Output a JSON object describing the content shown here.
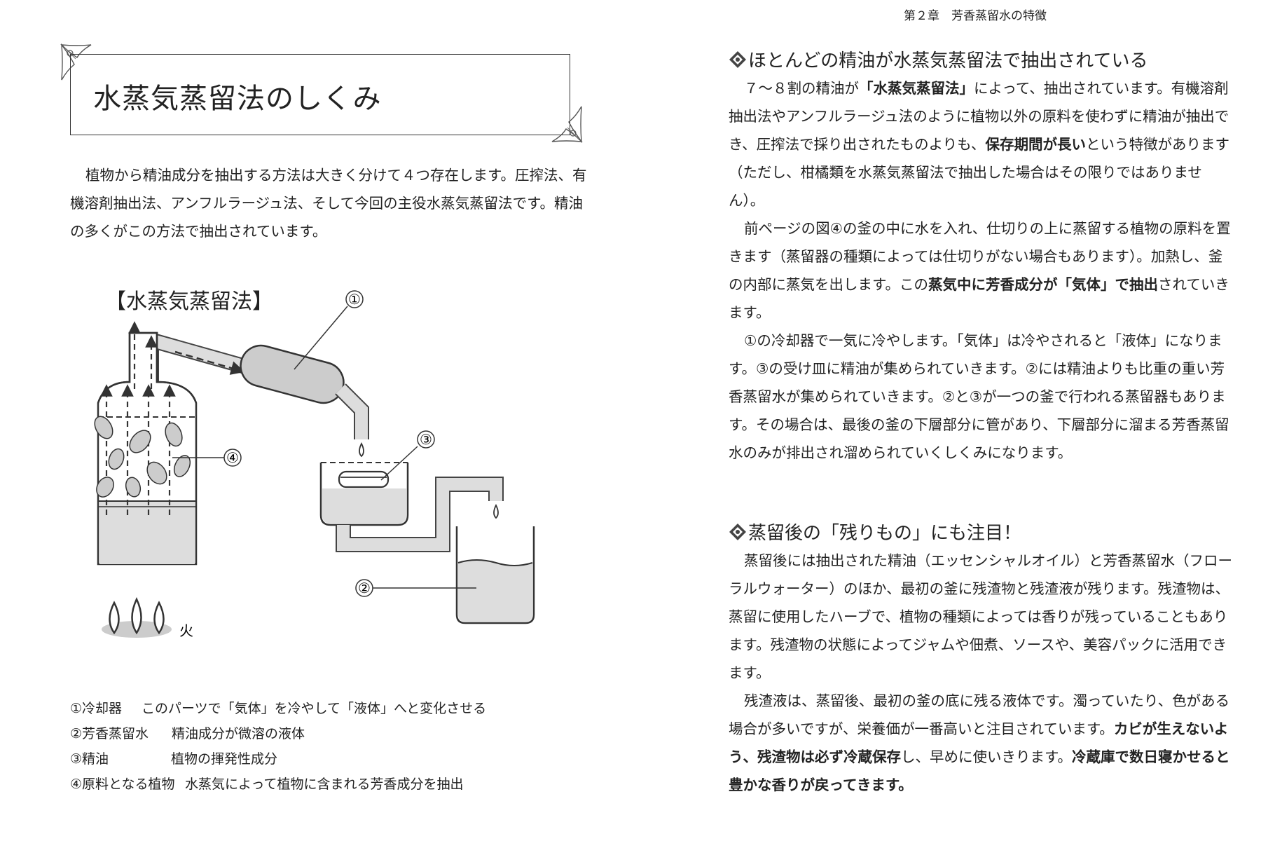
{
  "left_page": {
    "title": "水蒸気蒸留法のしくみ",
    "intro": "植物から精油成分を抽出する方法は大きく分けて４つ存在します。圧搾法、有機溶剤抽出法、アンフルラージュ法、そして今回の主役水蒸気蒸留法です。精油の多くがこの方法で抽出されています。",
    "figure": {
      "title": "【水蒸気蒸留法】",
      "labels": {
        "n1": "①",
        "n2": "②",
        "n3": "③",
        "n4": "④",
        "fire": "火"
      }
    },
    "legend": [
      {
        "term": "①冷却器",
        "desc": "このパーツで「気体」を冷やして「液体」へと変化させる"
      },
      {
        "term": "②芳香蒸留水",
        "desc": "精油成分が微溶の液体"
      },
      {
        "term": "③精油",
        "desc": "植物の揮発性成分"
      },
      {
        "term": "④原料となる植物",
        "desc": "水蒸気によって植物に含まれる芳香成分を抽出"
      }
    ]
  },
  "right_page": {
    "running_head": "第２章　芳香蒸留水の特徴",
    "section1": {
      "heading": "ほとんどの精油が水蒸気蒸留法で抽出されている",
      "p1_a": "７～８割の精油が",
      "p1_b": "「水蒸気蒸留法」",
      "p1_c": "によって、抽出されています。有機溶剤抽出法やアンフルラージュ法のように植物以外の原料を使わずに精油が抽出でき、圧搾法で採り出されたものよりも、",
      "p1_d": "保存期間が長い",
      "p1_e": "という特徴があります（ただし、柑橘類を水蒸気蒸留法で抽出した場合はその限りではありません）。",
      "p2_a": "前ページの図④の釜の中に水を入れ、仕切りの上に蒸留する植物の原料を置きます（蒸留器の種類によっては仕切りがない場合もあります）。加熱し、釜の内部に蒸気を出します。この",
      "p2_b": "蒸気中に芳香成分が「気体」で抽出",
      "p2_c": "されていきます。",
      "p3": "①の冷却器で一気に冷やします。「気体」は冷やされると「液体」になります。③の受け皿に精油が集められていきます。②には精油よりも比重の重い芳香蒸留水が集められていきます。②と③が一つの釜で行われる蒸留器もあります。その場合は、最後の釜の下層部分に管があり、下層部分に溜まる芳香蒸留水のみが排出され溜められていくしくみになります。"
    },
    "section2": {
      "heading": "蒸留後の「残りもの」にも注目！",
      "p1": "蒸留後には抽出された精油（エッセンシャルオイル）と芳香蒸留水（フローラルウォーター）のほか、最初の釜に残渣物と残渣液が残ります。残渣物は、蒸留に使用したハーブで、植物の種類によっては香りが残っていることもあります。残渣物の状態によってジャムや佃煮、ソースや、美容パックに活用できます。",
      "p2_a": "残渣液は、蒸留後、最初の釜の底に残る液体です。濁っていたり、色がある場合が多いですが、栄養価が一番高いと注目されています。",
      "p2_b": "カビが生えないよう、残渣物は必ず冷蔵保存",
      "p2_c": "し、早めに使いきります。",
      "p2_d": "冷蔵庫で数日寝かせると豊かな香りが戻ってきます。"
    }
  }
}
